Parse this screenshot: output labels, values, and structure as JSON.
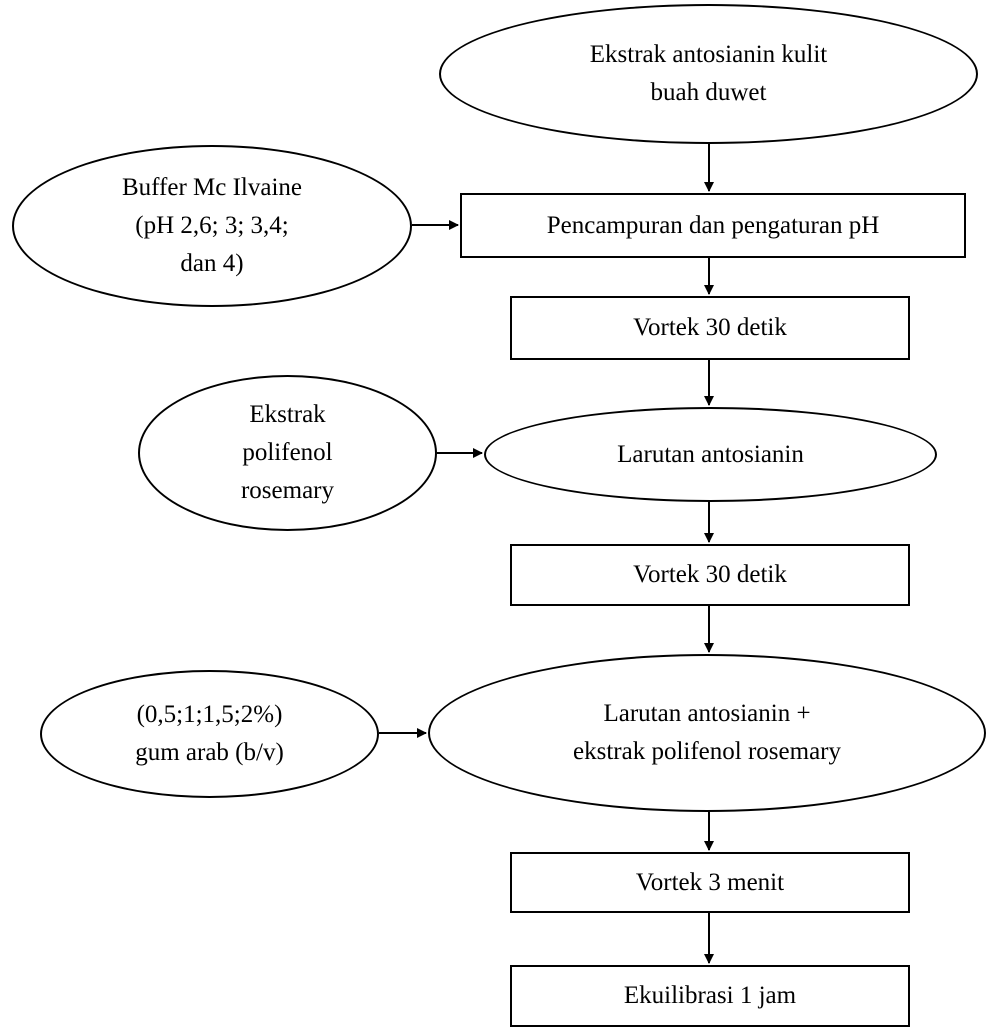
{
  "nodes": {
    "ekstrak_antosianin": {
      "lines": [
        "Ekstrak antosianin kulit",
        "buah duwet"
      ]
    },
    "buffer": {
      "lines": [
        "Buffer Mc Ilvaine",
        "(pH 2,6; 3; 3,4;",
        "dan 4)"
      ]
    },
    "pencampuran": {
      "lines": [
        "Pencampuran dan pengaturan pH"
      ]
    },
    "vortek1": {
      "lines": [
        "Vortek 30 detik"
      ]
    },
    "polifenol": {
      "lines": [
        "Ekstrak",
        "polifenol",
        "rosemary"
      ]
    },
    "larutan": {
      "lines": [
        "Larutan antosianin"
      ]
    },
    "vortek2": {
      "lines": [
        "Vortek 30 detik"
      ]
    },
    "gum_arab": {
      "lines": [
        "(0,5;1;1,5;2%)",
        "gum arab (b/v)"
      ]
    },
    "larutan_plus": {
      "lines": [
        "Larutan antosianin +",
        "ekstrak polifenol rosemary"
      ]
    },
    "vortek3": {
      "lines": [
        "Vortek 3 menit"
      ]
    },
    "ekuilibrasi": {
      "lines": [
        "Ekuilibrasi 1 jam"
      ]
    }
  },
  "style": {
    "stroke": "#000000",
    "background": "#ffffff"
  }
}
